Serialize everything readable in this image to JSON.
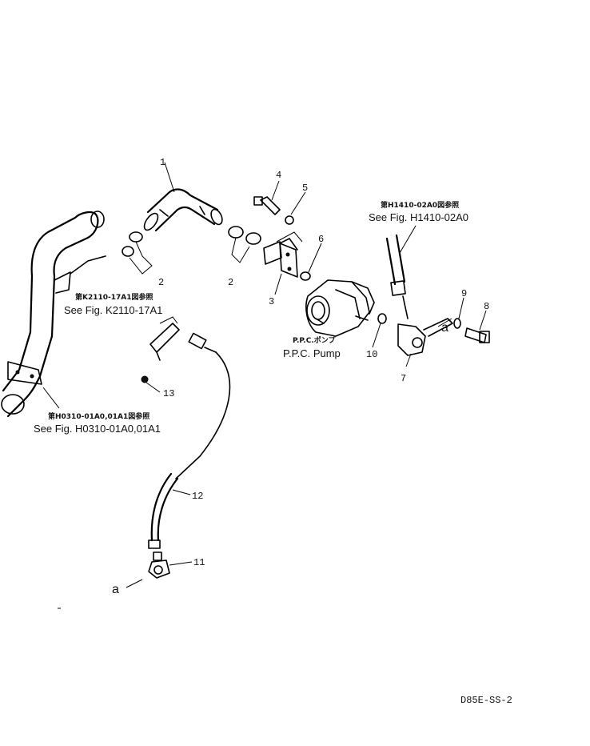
{
  "parts": {
    "p1": "1",
    "p2a": "2",
    "p2b": "2",
    "p3": "3",
    "p4": "4",
    "p5": "5",
    "p6": "6",
    "p7": "7",
    "p8": "8",
    "p9": "9",
    "p10": "10",
    "p11": "11",
    "p12": "12",
    "p13": "13"
  },
  "references": {
    "ref_k2110_jp": "第K2110-17A1図参照",
    "ref_k2110_en": "See Fig. K2110-17A1",
    "ref_h0310_jp": "第H0310-01A0,01A1図参照",
    "ref_h0310_en": "See Fig. H0310-01A0,01A1",
    "ref_h1410_jp": "第H1410-02A0図参照",
    "ref_h1410_en": "See Fig. H1410-02A0"
  },
  "pump": {
    "label_jp": "P.P.C.ポンプ",
    "label_en": "P.P.C. Pump"
  },
  "connection_marks": {
    "a_top": "a",
    "a_bottom": "a"
  },
  "drawing_code": "D85E-SS-2"
}
